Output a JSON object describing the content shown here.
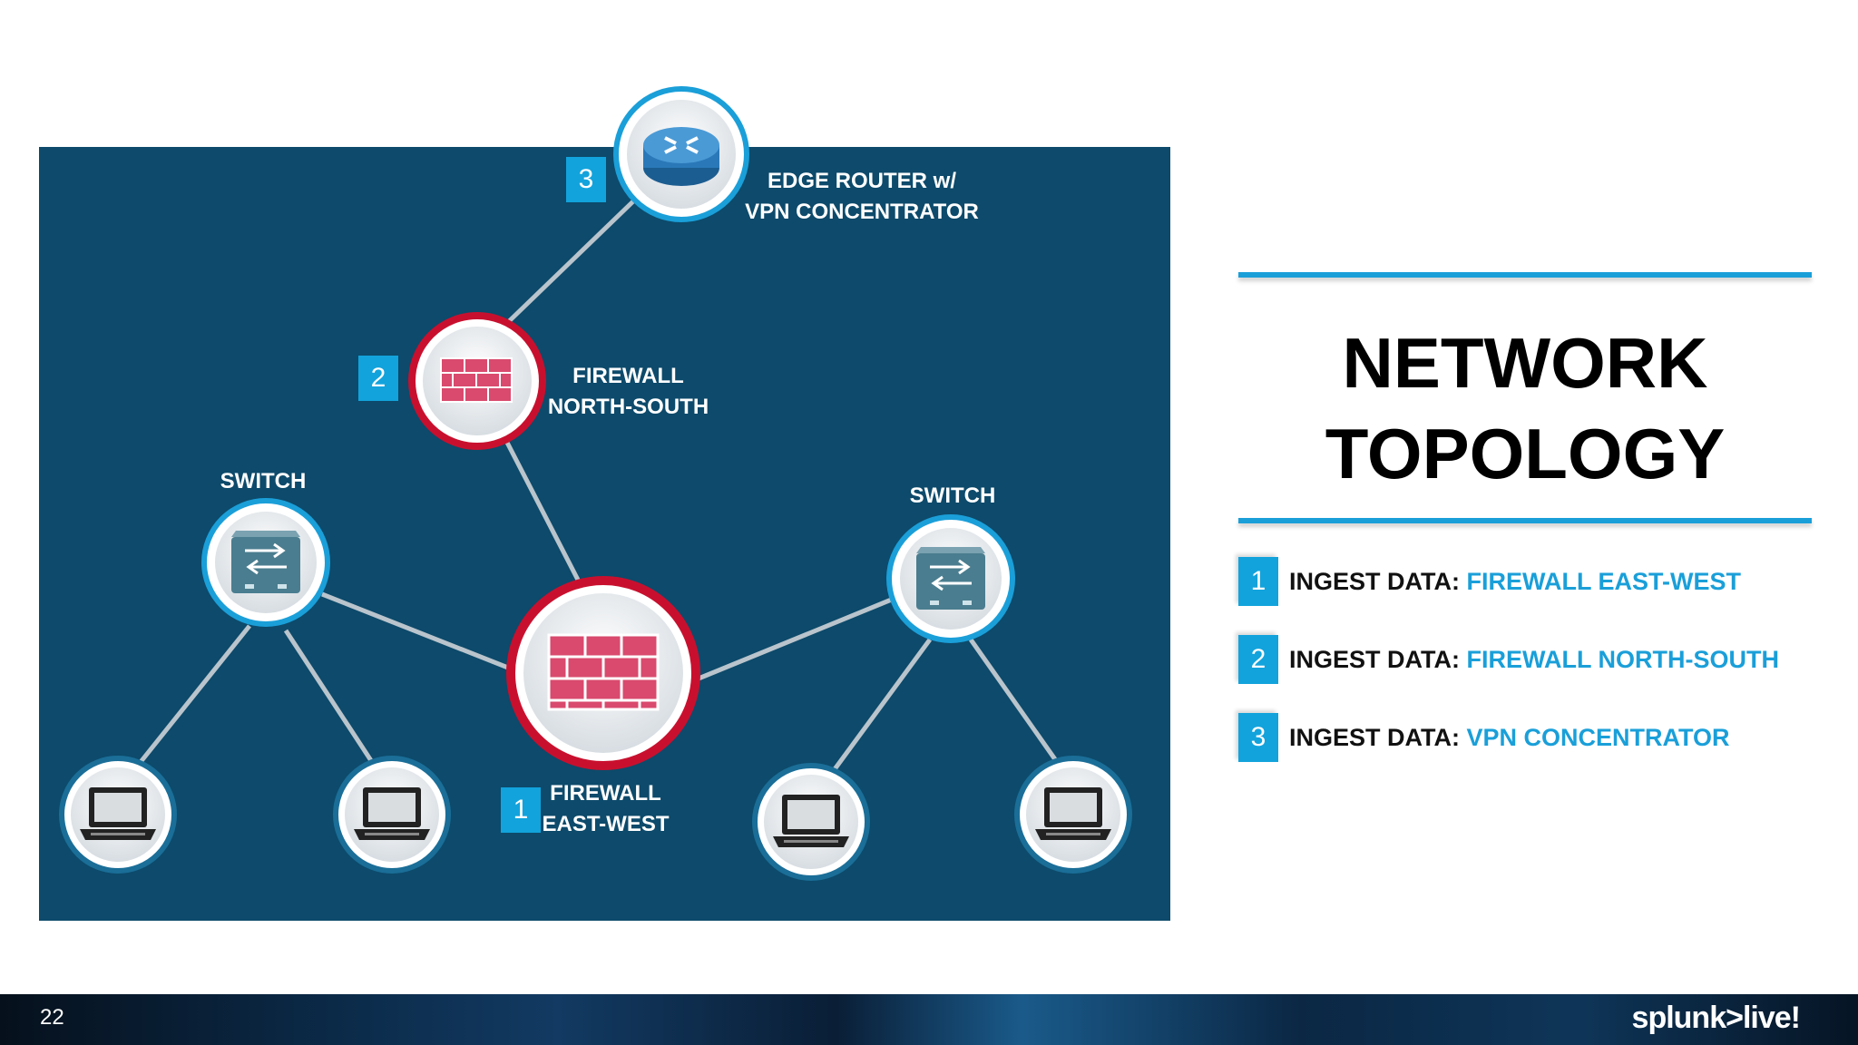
{
  "diagram": {
    "nodes": {
      "edge_router": {
        "label": "EDGE ROUTER w/\nVPN CONCENTRATOR",
        "badge": "3"
      },
      "firewall_ns": {
        "label": "FIREWALL\nNORTH-SOUTH",
        "badge": "2"
      },
      "firewall_ew": {
        "label": "FIREWALL\nEAST-WEST",
        "badge": "1"
      },
      "switch_left": {
        "label": "SWITCH"
      },
      "switch_right": {
        "label": "SWITCH"
      }
    }
  },
  "title": {
    "line1": "NETWORK",
    "line2": "TOPOLOGY"
  },
  "ingest_list": [
    {
      "num": "1",
      "prefix": "INGEST DATA: ",
      "highlight": "FIREWALL EAST-WEST"
    },
    {
      "num": "2",
      "prefix": "INGEST DATA: ",
      "highlight": "FIREWALL NORTH-SOUTH"
    },
    {
      "num": "3",
      "prefix": "INGEST DATA: ",
      "highlight": "VPN CONCENTRATOR"
    }
  ],
  "footer": {
    "page_number": "22",
    "brand": "splunk>live!"
  },
  "colors": {
    "panel": "#0d4a6b",
    "accent": "#1a9fd9",
    "firewall_red": "#c8102e"
  }
}
